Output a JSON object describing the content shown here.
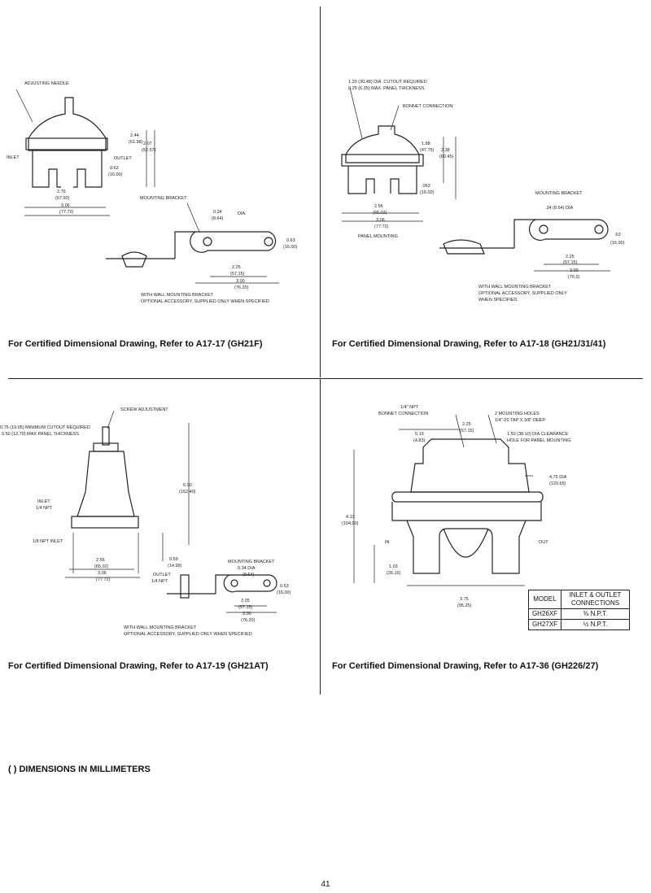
{
  "panels": {
    "p1": {
      "caption": "For Certified Dimensional Drawing, Refer to A17-17 (GH21F)",
      "labels": {
        "adjusting_needle": "ADJUSTING NEEDLE",
        "inlet": "INLET",
        "outlet": "OUTLET",
        "mounting_bracket": "MOUNTING BRACKET",
        "dim_244": "2.44",
        "dim_244_mm": "(61.98)",
        "dim_2xx": "2.07",
        "dim_2xx_mm": "(52.57)",
        "dim_063a": "0.63",
        "dim_063a_mm": "(16.00)",
        "dim_276": "2.76",
        "dim_276_mm": "(67.50)",
        "dim_306": "3.06",
        "dim_306_mm": "(77.72)",
        "dim_034": "0.34",
        "dim_034_mm": "(8.64)",
        "dia": "DIA.",
        "dim_063b": "0.63",
        "dim_063b_mm": "(16.00)",
        "dim_225": "2.25",
        "dim_225_mm": "(57.15)",
        "dim_300": "3.00",
        "dim_300_mm": "(76.20)",
        "note_1": "WITH WALL MOUNTING BRACKET",
        "note_2": "OPTIONAL ACCESSORY, SUPPLIED ONLY WHEN SPECIFIED"
      }
    },
    "p2": {
      "caption": "For Certified Dimensional Drawing, Refer to A17-18 (GH21/31/41)",
      "labels": {
        "cutout_1": "1.20 (30.48) DIA. CUTOUT REQUIRED",
        "cutout_2": "0.25 (6.35) MAX. PANEL THICKNESS",
        "bonnet_connection": "BONNET CONNECTION",
        "dim_188": "1.88",
        "dim_188_mm": "(47.75)",
        "dim_238": "2.38",
        "dim_238_mm": "(60.45)",
        "dim_063": ".063",
        "dim_063_mm": "(16.00)",
        "dim_256": "2.56",
        "dim_256_mm": "(65.02)",
        "dim_306": "3.06",
        "dim_306_mm": "(77.72)",
        "panel_mounting": "PANEL MOUNTING",
        "mounting_bracket": "MOUNTING BRACKET",
        "dim_34dia": ".34 (8.64) DIA",
        "dim_63": ".63",
        "dim_63_mm": "(16.00)",
        "dim_225": "2.25",
        "dim_225_mm": "(57.15)",
        "dim_300": "3.00",
        "dim_300_mm": "(76.2)",
        "note_1": "WITH WALL MOUNTING BRACKET",
        "note_2": "OPTIONAL ACCESSORY, SUPPLIED ONLY",
        "note_3": "WHEN SPECIFIED."
      }
    },
    "p3": {
      "caption": "For Certified Dimensional Drawing, Refer to A17-19 (GH21AT)",
      "labels": {
        "screw_adjustment": "SCREW ADJUSTMENT",
        "cutout_1": "0.75 (19.05) MINIMUM CUTOUT REQUIRED",
        "cutout_2": "0.50 (12.70) MAX PANEL THICKNESS",
        "inlet": "INLET",
        "inlet_npt": "1/4 NPT",
        "npt_inlet": "1/8 NPT INLET",
        "dim_600": "6.00",
        "dim_600_mm": "(152.40)",
        "dim_059": "0.59",
        "dim_059_mm": "(14.99)",
        "dim_256": "2.56",
        "dim_256_mm": "(65.02)",
        "dim_306": "3.06",
        "dim_306_mm": "(77.72)",
        "outlet": "OUTLET",
        "outlet_npt": "1/4 NPT",
        "mounting_bracket": "MOUNTING BRACKET",
        "dim_034dia": "0.34 DIA",
        "dim_034_mm": "(8.64)",
        "dim_063": "0.63",
        "dim_063_mm": "(16.00)",
        "dim_225": "2.25",
        "dim_225_mm": "(57.15)",
        "dim_300": "3.00",
        "dim_300_mm": "(76.20)",
        "note_1": "WITH WALL MOUNTING BRACKET",
        "note_2": "OPTIONAL ACCESSORY, SUPPLIED ONLY WHEN SPECIFIED"
      }
    },
    "p4": {
      "caption": "For Certified Dimensional Drawing, Refer to A17-36 (GH226/27)",
      "labels": {
        "npt_14": "1/4\" NPT",
        "bonnet_connection": "BONNET CONNECTION",
        "mounting_holes_1": "2 MOUNTING HOLES",
        "mounting_holes_2": "1/4\"-20 TAP X 3/8\" DEEP",
        "dim_225": "2.25",
        "dim_225_mm": "(57.15)",
        "dim_019": "0.19",
        "dim_019_mm": "(4.83)",
        "clearance_1": "1.50 (38.10) DIA CLEARANCE",
        "clearance_2": "HOLE FOR PANEL MOUNTING",
        "dim_475": "4.75 DIA",
        "dim_475_mm": "(120.65)",
        "dim_413": "4.13",
        "dim_413_mm": "(104.90)",
        "in": "IN",
        "out": "OUT",
        "dim_103": "1.03",
        "dim_103_mm": "(26.16)",
        "dim_375": "3.75",
        "dim_375_mm": "(95.25)"
      },
      "table": {
        "header_model": "MODEL",
        "header_conn_1": "INLET & OUTLET",
        "header_conn_2": "CONNECTIONS",
        "rows": [
          {
            "model": "GH26XF",
            "conn": "⅜ N.P.T."
          },
          {
            "model": "GH27XF",
            "conn": "½ N.P.T."
          }
        ]
      }
    }
  },
  "footer": {
    "note": "( ) DIMENSIONS IN MILLIMETERS",
    "page_number": "41"
  }
}
